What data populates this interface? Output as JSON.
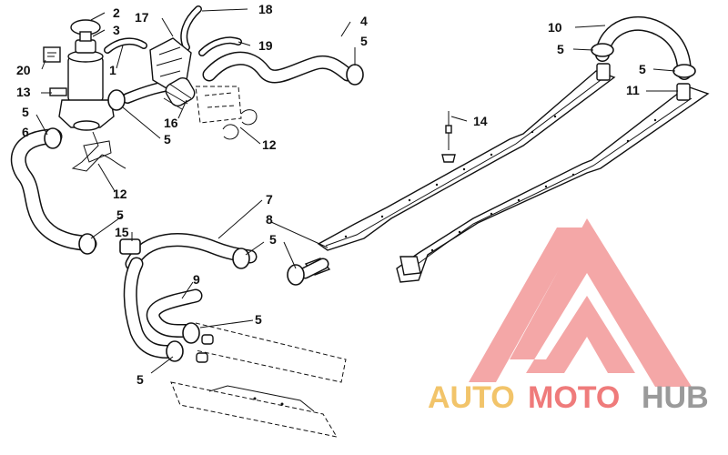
{
  "callouts": {
    "c1": "1",
    "c2": "2",
    "c3": "3",
    "c4": "4",
    "c5": "5",
    "c6": "6",
    "c7": "7",
    "c8": "8",
    "c9": "9",
    "c10": "10",
    "c11": "11",
    "c12": "12",
    "c13": "13",
    "c14": "14",
    "c15": "15",
    "c16": "16",
    "c17": "17",
    "c18": "18",
    "c19": "19",
    "c20": "20"
  },
  "watermark": {
    "word_auto": "AUTO",
    "word_moto": "MOTO",
    "word_hub": "HUB",
    "color_auto": "#f2c46a",
    "color_moto": "#ef7b7b",
    "color_hub": "#9a9a9a",
    "logo_color": "#f08a8a",
    "logo_icon": "triangle-a-logo-icon"
  }
}
